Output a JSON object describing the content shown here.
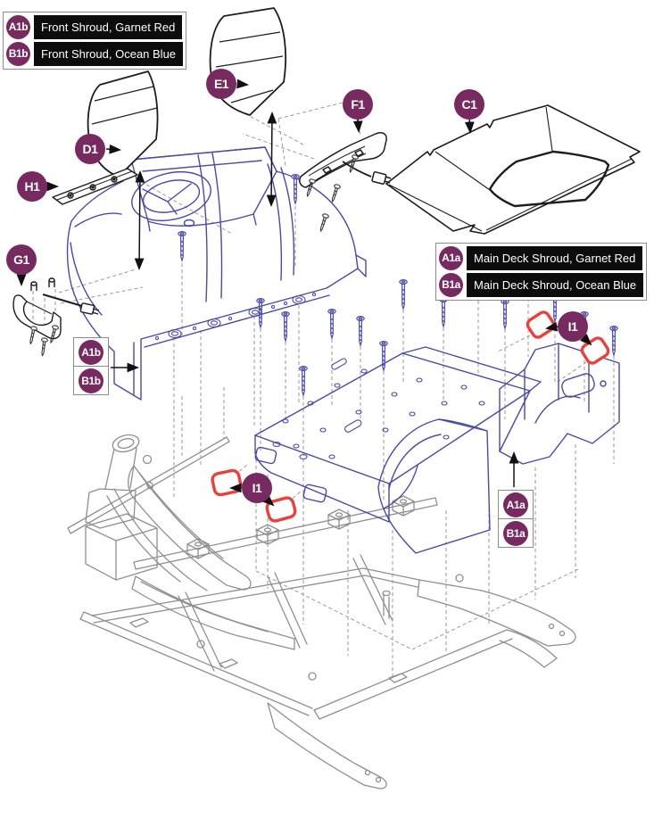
{
  "legends": {
    "front": {
      "items": [
        {
          "code": "A1b",
          "label": "Front Shroud, Garnet Red"
        },
        {
          "code": "B1b",
          "label": "Front Shroud, Ocean Blue"
        }
      ]
    },
    "main": {
      "items": [
        {
          "code": "A1a",
          "label": "Main Deck Shroud, Garnet Red"
        },
        {
          "code": "B1a",
          "label": "Main Deck Shroud, Ocean Blue"
        }
      ]
    }
  },
  "callouts": {
    "c1": "C1",
    "d1": "D1",
    "e1": "E1",
    "f1": "F1",
    "g1": "G1",
    "h1": "H1",
    "i1_rear": "I1",
    "i1_front": "I1",
    "front_stack": {
      "top": "A1b",
      "bottom": "B1b"
    },
    "main_stack": {
      "top": "A1a",
      "bottom": "B1a"
    }
  },
  "colors": {
    "badge_purple": "#772a5f",
    "label_black": "#0c0c0c",
    "shroud_blue": "#4a4aa5",
    "frame_gray": "#8f8f8f",
    "reflector_red": "#e8423d",
    "outline_black": "#1d1d1d",
    "leader_gray": "#9a9a9a"
  }
}
